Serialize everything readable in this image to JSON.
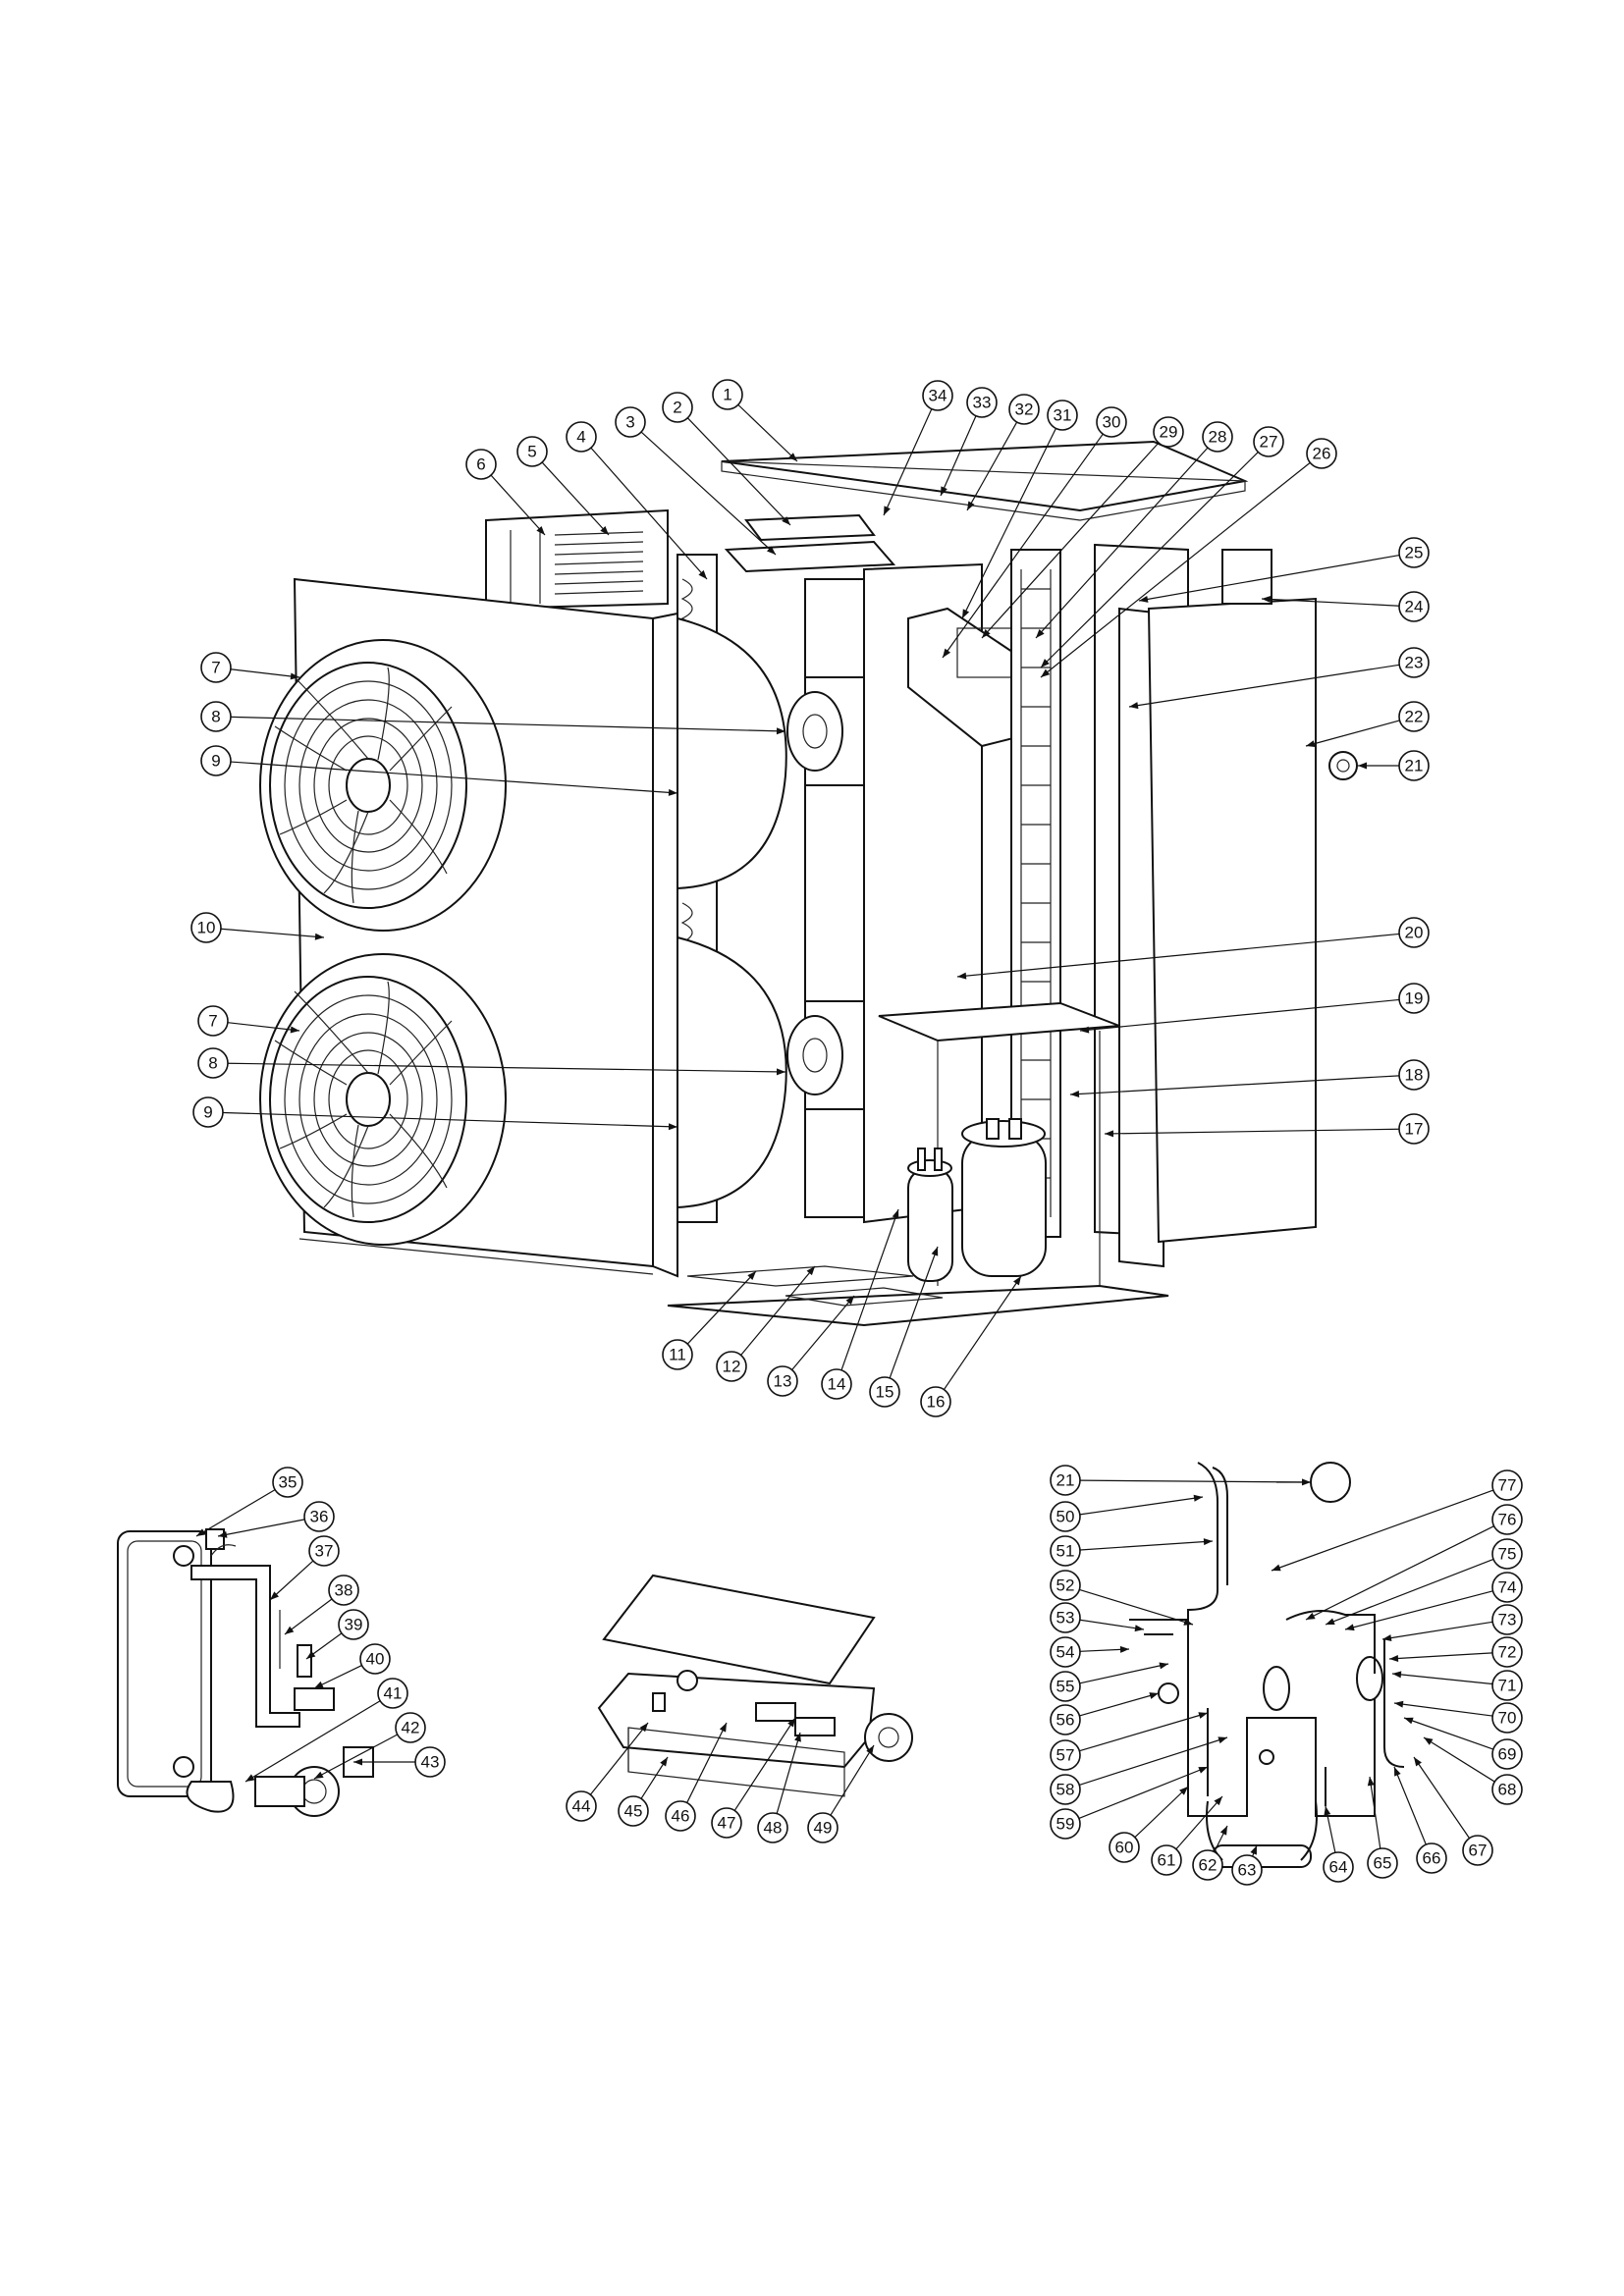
{
  "diagram": {
    "type": "exploded-parts-diagram",
    "callouts": [
      "1",
      "2",
      "3",
      "4",
      "5",
      "6",
      "7",
      "8",
      "9",
      "10",
      "11",
      "12",
      "13",
      "14",
      "15",
      "16",
      "17",
      "18",
      "19",
      "20",
      "21",
      "22",
      "23",
      "24",
      "25",
      "26",
      "27",
      "28",
      "29",
      "30",
      "31",
      "32",
      "33",
      "34",
      "35",
      "36",
      "37",
      "38",
      "39",
      "40",
      "41",
      "42",
      "43",
      "44",
      "45",
      "46",
      "47",
      "48",
      "49",
      "50",
      "51",
      "52",
      "53",
      "54",
      "55",
      "56",
      "57",
      "58",
      "59",
      "60",
      "61",
      "62",
      "63",
      "64",
      "65",
      "66",
      "67",
      "68",
      "69",
      "70",
      "71",
      "72",
      "73",
      "74",
      "75",
      "76",
      "77"
    ],
    "repeated_callouts": [
      "7",
      "8",
      "9",
      "21"
    ]
  }
}
